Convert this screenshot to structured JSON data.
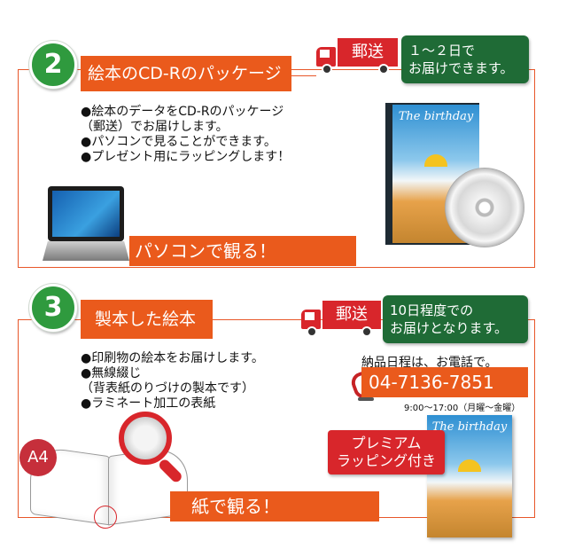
{
  "section2": {
    "number": "2",
    "title": "絵本のCD-Rのパッケージ",
    "shipping_label": "郵送",
    "delivery_time": [
      "１～２日で",
      "お届けできます。"
    ],
    "bullets": [
      "●絵本のデータをCD-Rのパッケージ",
      "（郵送）でお届けします。",
      "●パソコンで見ることができます。",
      "●プレゼント用にラッピングします！"
    ],
    "view_label": "パソコンで観る！",
    "cover_title": "The birthday"
  },
  "section3": {
    "number": "3",
    "title": "製本した絵本",
    "shipping_label": "郵送",
    "delivery_time": [
      "10日程度での",
      "お届けとなります。"
    ],
    "bullets": [
      "●印刷物の絵本をお届けします。",
      "●無線綴じ",
      "（背表紙のりづけの製本です）",
      "●ラミネート加工の表紙"
    ],
    "contact_label": "納品日程は、お電話で。",
    "phone": "04-7136-7851",
    "hours": "9:00～17:00（月曜～金曜）",
    "size_badge": "A4",
    "premium": [
      "プレミアム",
      "ラッピング付き"
    ],
    "view_label": "紙で観る！",
    "cover_title": "The birthday"
  },
  "colors": {
    "accent_orange": "#ea5a1c",
    "delivery_green": "#1f6b36",
    "number_green": "#2f9a3e",
    "premium_red": "#d8262b"
  }
}
